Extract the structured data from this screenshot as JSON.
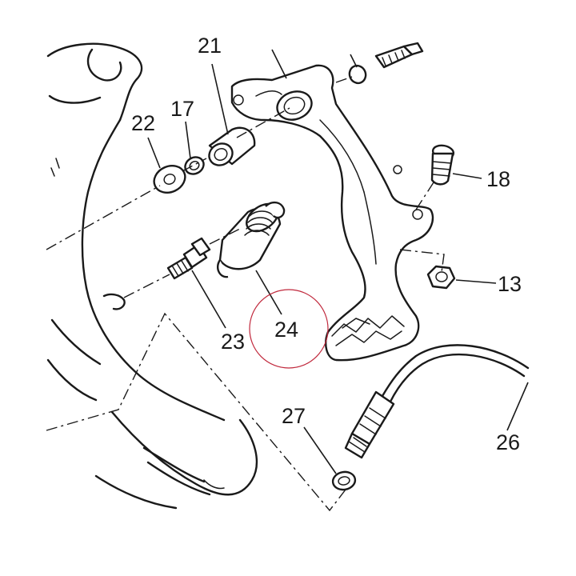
{
  "labels": {
    "p21": "21",
    "p17": "17",
    "p22": "22",
    "p18": "18",
    "p13": "13",
    "p23": "23",
    "p24": "24",
    "p27": "27",
    "p26": "26"
  },
  "colors": {
    "line": "#1a1a1a",
    "background": "#ffffff",
    "highlight": "#c0283c"
  }
}
